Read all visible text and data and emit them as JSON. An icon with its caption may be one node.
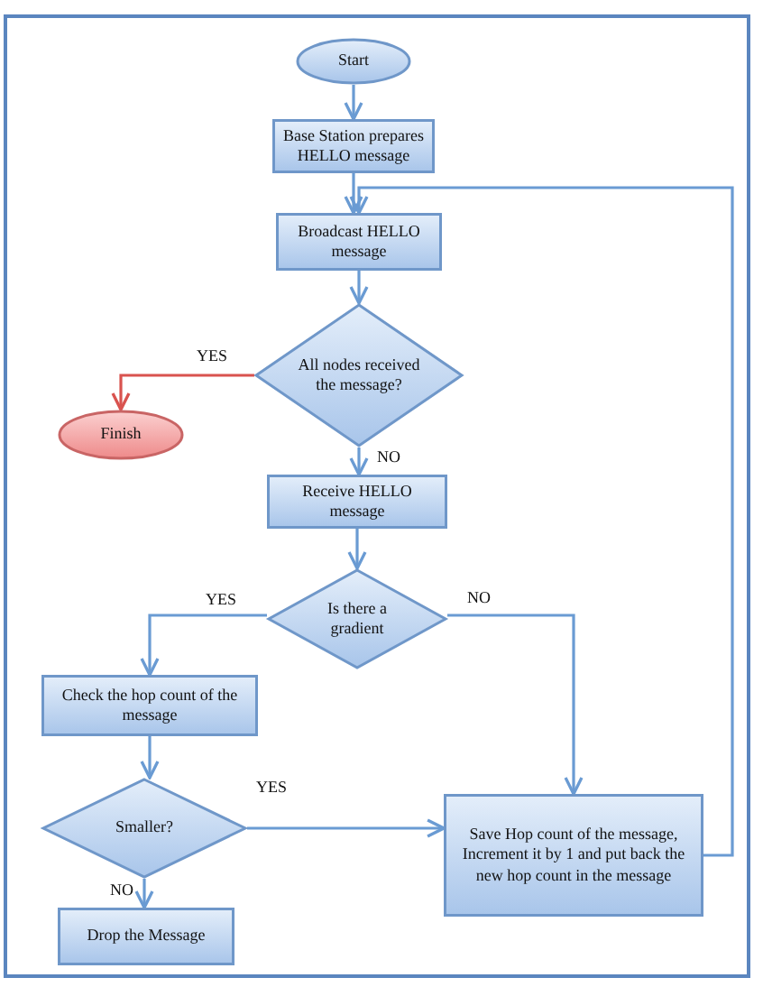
{
  "diagram": {
    "nodes": [
      {
        "text": [
          "Start"
        ]
      },
      {
        "text": [
          "Base Station prepares HELLO message"
        ]
      },
      {
        "text": [
          "Broadcast HELLO message"
        ]
      },
      {
        "text": [
          "All nodes received the message?"
        ]
      },
      {
        "text": [
          "Finish"
        ]
      },
      {
        "text": [
          "Receive HELLO message"
        ]
      },
      {
        "text": [
          "Is there a gradient"
        ]
      },
      {
        "text": [
          "Check the hop count of the message"
        ]
      },
      {
        "text": [
          "Smaller?"
        ]
      },
      {
        "text": [
          "Save Hop count of the message, Increment it by 1 and put back the new hop count in the message"
        ]
      },
      {
        "text": [
          "Drop the Message"
        ]
      }
    ],
    "edges": [
      {
        "from": 0,
        "to": 1,
        "arrow": "to"
      },
      {
        "from": 1,
        "to": 2,
        "arrow": "to"
      },
      {
        "from": 2,
        "to": 3,
        "arrow": "to"
      },
      {
        "from": 3,
        "to": 4,
        "arrow": "to",
        "label": "YES",
        "color": "#d9534f"
      },
      {
        "from": 3,
        "to": 5,
        "arrow": "to",
        "label": "NO"
      },
      {
        "from": 5,
        "to": 6,
        "arrow": "to"
      },
      {
        "from": 6,
        "to": 7,
        "arrow": "to",
        "label": "YES"
      },
      {
        "from": 6,
        "to": 9,
        "arrow": "to",
        "label": "NO"
      },
      {
        "from": 7,
        "to": 8,
        "arrow": "to"
      },
      {
        "from": 8,
        "to": 9,
        "arrow": "to",
        "label": "YES"
      },
      {
        "from": 8,
        "to": 10,
        "arrow": "to",
        "label": "NO"
      },
      {
        "from": 9,
        "to": 2,
        "arrow": "to"
      }
    ]
  }
}
